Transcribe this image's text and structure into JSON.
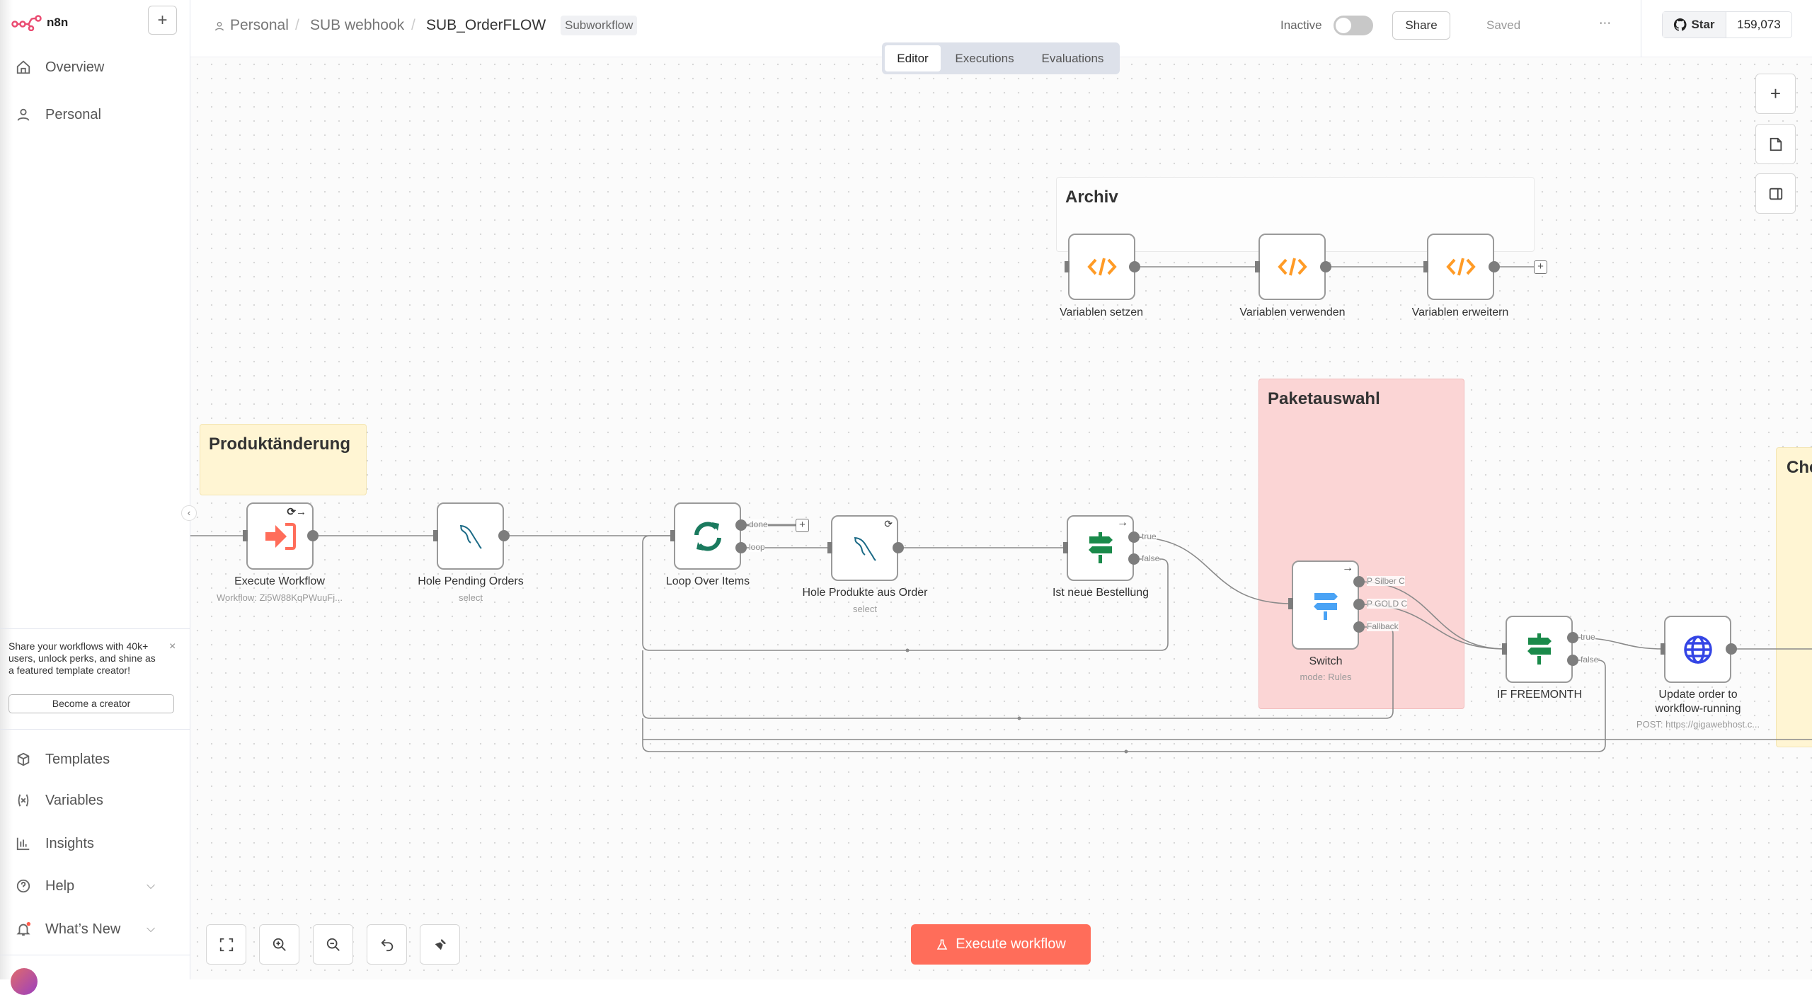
{
  "app": {
    "name": "n8n"
  },
  "sidebar": {
    "items": [
      {
        "label": "Overview",
        "icon": "home-icon"
      },
      {
        "label": "Personal",
        "icon": "user-icon"
      }
    ],
    "promo": {
      "text": "Share your workflows with 40k+ users, unlock perks, and shine as a featured template creator!",
      "button": "Become a creator"
    },
    "bottom_items": [
      {
        "label": "Templates",
        "icon": "box-icon"
      },
      {
        "label": "Variables",
        "icon": "variable-icon"
      },
      {
        "label": "Insights",
        "icon": "chart-icon"
      },
      {
        "label": "Help",
        "icon": "help-icon"
      },
      {
        "label": "What’s New",
        "icon": "bell-icon"
      }
    ]
  },
  "header": {
    "breadcrumb": [
      "Personal",
      "SUB webhook",
      "SUB_OrderFLOW"
    ],
    "badge": "Subworkflow",
    "tabs": [
      "Editor",
      "Executions",
      "Evaluations"
    ],
    "active_tab": "Editor",
    "status": "Inactive",
    "active": false,
    "share": "Share",
    "saved": "Saved",
    "more": "···",
    "star": "Star",
    "star_count": "159,073"
  },
  "stickies": [
    "Produktänderung",
    "Archiv",
    "Paketauswahl",
    "Che"
  ],
  "nodes": {
    "execute": {
      "label": "Execute Workflow",
      "sub": "Workflow: Zi5W88KqPWuuFj..."
    },
    "pending": {
      "label": "Hole Pending Orders",
      "sub": "select"
    },
    "loop": {
      "label": "Loop Over Items",
      "done": "done",
      "loop": "loop"
    },
    "produkte": {
      "label": "Hole Produkte aus Order",
      "sub": "select"
    },
    "ist": {
      "label": "Ist neue Bestellung",
      "true": "true",
      "false": "false"
    },
    "switch": {
      "label": "Switch",
      "sub": "mode: Rules",
      "out1": "P Silber C",
      "out2": "P GOLD C",
      "out3": "Fallback"
    },
    "iffree": {
      "label": "IF FREEMONTH",
      "true": "true",
      "false": "false"
    },
    "update": {
      "label1": "Update order to",
      "label2": "workflow-running",
      "sub": "POST: https://gigawebhost.c..."
    },
    "var1": {
      "label": "Variablen setzen"
    },
    "var2": {
      "label": "Variablen verwenden"
    },
    "var3": {
      "label": "Variablen erweitern"
    }
  },
  "execute_button": "Execute workflow",
  "colors": {
    "accent": "#ff6d5a",
    "sticky_yellow": "#fff5d3",
    "sticky_pink": "#fbd5d5",
    "code": "#ff9b26",
    "if_green": "#1a8a4a",
    "switch_blue": "#4aa3f5",
    "http_blue": "#3445e5"
  }
}
